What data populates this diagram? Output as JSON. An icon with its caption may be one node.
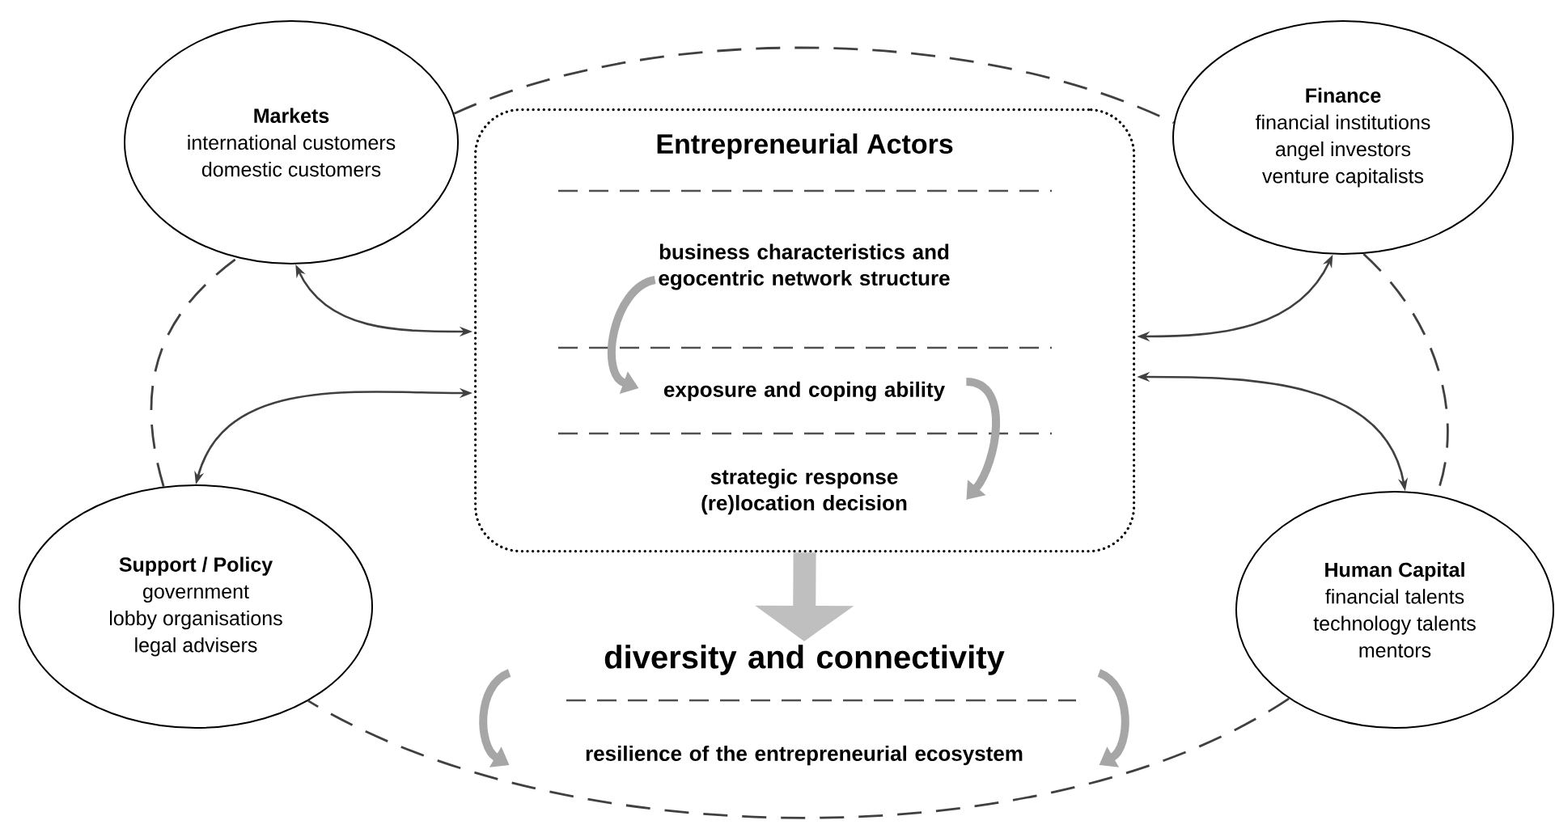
{
  "diagram": {
    "nodes": [
      {
        "text": [
          "Markets",
          "international customers",
          "domestic customers"
        ]
      },
      {
        "text": [
          "Finance",
          "financial institutions",
          "angel investors",
          "venture capitalists"
        ]
      },
      {
        "text": [
          "Entrepreneurial Actors"
        ]
      },
      {
        "text": [
          "business characteristics and egocentric network structure"
        ],
        "in": 2
      },
      {
        "text": [
          "exposure and coping ability"
        ],
        "in": 2
      },
      {
        "text": [
          "strategic response (re)location decision"
        ],
        "in": 2
      },
      {
        "text": [
          "Support / Policy",
          "government",
          "lobby organisations",
          "legal advisers"
        ]
      },
      {
        "text": [
          "Human Capital",
          "financial talents",
          "technology talents",
          "mentors"
        ]
      },
      {
        "text": [
          "diversity and connectivity"
        ]
      },
      {
        "text": [
          "resilience of the entrepreneurial ecosystem"
        ]
      }
    ],
    "edges": [
      {
        "from": 0,
        "to": 1,
        "arrow": "none",
        "style": "dashed"
      },
      {
        "from": 1,
        "to": 7,
        "arrow": "none",
        "style": "dashed"
      },
      {
        "from": 7,
        "to": 6,
        "arrow": "none",
        "style": "dashed"
      },
      {
        "from": 6,
        "to": 0,
        "arrow": "none",
        "style": "dashed"
      },
      {
        "from": 0,
        "to": 2,
        "arrow": "both"
      },
      {
        "from": 1,
        "to": 2,
        "arrow": "both"
      },
      {
        "from": 6,
        "to": 2,
        "arrow": "both"
      },
      {
        "from": 7,
        "to": 2,
        "arrow": "both"
      },
      {
        "from": 3,
        "to": 4,
        "arrow": "to",
        "style": "thick",
        "color": "#a6a6a6"
      },
      {
        "from": 4,
        "to": 5,
        "arrow": "to",
        "style": "thick",
        "color": "#a6a6a6"
      },
      {
        "from": 2,
        "to": 8,
        "arrow": "to",
        "style": "thick",
        "color": "#bfbfbf"
      },
      {
        "from": 8,
        "to": 9,
        "arrow": "to",
        "style": "thick",
        "color": "#a6a6a6"
      },
      {
        "from": 8,
        "to": 9,
        "arrow": "to",
        "style": "thick",
        "color": "#a6a6a6"
      }
    ]
  }
}
